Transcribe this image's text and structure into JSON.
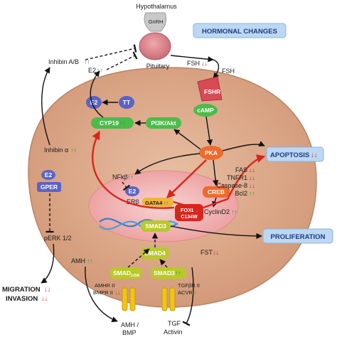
{
  "title_box": "HORMONAL CHANGES",
  "hypothalamus": "Hypothalamus",
  "gnrh": "GnRH",
  "pituitary": "Pituitary",
  "hormones": {
    "inhibin_ab": "Inhibin A/B",
    "inhibin_ab_trend": "↑↑",
    "e2": "E2",
    "e2_trend": "↑↑",
    "fsh": "FSH",
    "fsh_trend": "↓↓",
    "fsh_label": "FSH",
    "fshr": "FSHR",
    "inhibin_alpha": "Inhibin α",
    "inhibin_alpha_trend": "↑↑"
  },
  "nodes": {
    "e2": "E2",
    "tt": "TT",
    "camp": "cAMP",
    "cyp19": "CYP19",
    "cyp19_trend": "↑↑",
    "pi3k": "PI3K/Akt",
    "pka": "PKA",
    "nfkb": "NFkβ",
    "nfkb_trend": "↑↑",
    "e2_nuc": "E2",
    "erb": "ERβ",
    "gata4": "GATA4",
    "gata4_trend": "↑↑",
    "foxl2": "FOXL2",
    "foxl2_mut": "C134W",
    "creb": "CREB",
    "smad3_nuc": "SMAD3",
    "cyclind2": "CyclinD2",
    "cyclind2_trend": "↑↑",
    "smad4": "SMAD4",
    "smad156": "SMAD",
    "smad156_sub": "1/5/6",
    "smad3": "SMAD3",
    "smad3_trend": "↑↑",
    "gper_e2": "E2",
    "gper": "GPER",
    "perk": "pERK 1/2"
  },
  "apoptosis": {
    "label": "APOPTOSIS",
    "trend": "↓↓",
    "items": [
      {
        "name": "FAS",
        "trend": "↓↓"
      },
      {
        "name": "TNFR1",
        "trend": "↓↓"
      },
      {
        "name": "Caspase-8",
        "trend": "↓↓"
      },
      {
        "name": "Bcl2",
        "trend": "↑↑"
      }
    ]
  },
  "proliferation": "PROLIFERATION",
  "migration": "MIGRATION",
  "migration_trend": "↓↓",
  "invasion": "INVASION",
  "invasion_trend": "↓↓",
  "amh": "AMH",
  "amh_trend": "↑↑",
  "fst": "FST",
  "fst_trend": "↓↓",
  "amh_receptors_1": "AMHR II",
  "amh_receptors_2": "BMPR II",
  "amh_receptors_trend": "↓↓",
  "tgf_receptors_1": "TGFβR II",
  "tgf_receptors_2": "ACVR",
  "tgf_receptors_trend": "↑↑",
  "ligand_amh": "AMH /",
  "ligand_bmp": "BMP",
  "ligand_tgf": "TGF",
  "ligand_activin": "Activin",
  "colors": {
    "cell": "#d9a687",
    "cell_edge": "#b98466",
    "nucleus": "#f2c3c0",
    "node_green": "#4cbb4a",
    "node_blue": "#5b63c4",
    "node_orange": "#ec6b2d",
    "node_olive": "#b8c92a",
    "box_blue": "#bcd8f2",
    "box_text": "#1f3a86",
    "up": "#2e9b2e",
    "down": "#c0262b",
    "red_arrow": "#d9261c",
    "receptor": "#f0c419"
  }
}
